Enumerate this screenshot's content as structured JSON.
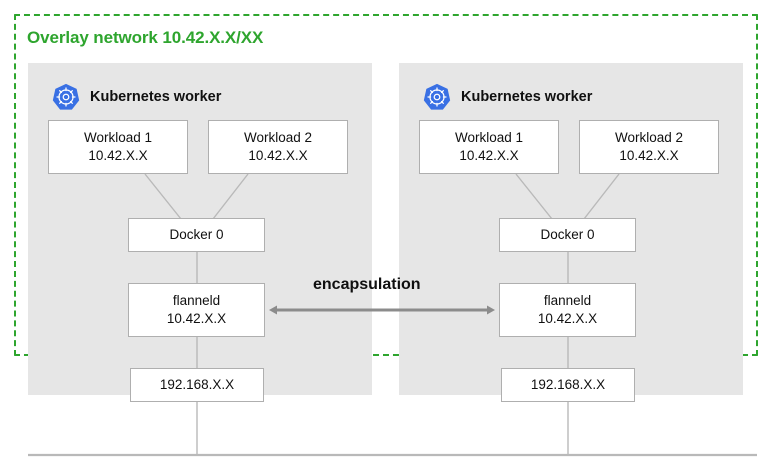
{
  "diagram": {
    "overlay": {
      "title": "Overlay network 10.42.X.X/XX",
      "border_color": "#2EA52E"
    },
    "encapsulation_label": "encapsulation",
    "panel_color": "#E6E6E6",
    "workers": [
      {
        "id": "left",
        "header_label": "Kubernetes worker",
        "icon": "kubernetes-icon",
        "workloads": [
          {
            "name": "Workload 1",
            "ip": "10.42.X.X"
          },
          {
            "name": "Workload 2",
            "ip": "10.42.X.X"
          }
        ],
        "bridge": {
          "name": "Docker 0"
        },
        "flannel": {
          "name": "flanneld",
          "ip": "10.42.X.X"
        },
        "host": {
          "ip": "192.168.X.X"
        }
      },
      {
        "id": "right",
        "header_label": "Kubernetes worker",
        "icon": "kubernetes-icon",
        "workloads": [
          {
            "name": "Workload 1",
            "ip": "10.42.X.X"
          },
          {
            "name": "Workload 2",
            "ip": "10.42.X.X"
          }
        ],
        "bridge": {
          "name": "Docker 0"
        },
        "flannel": {
          "name": "flanneld",
          "ip": "10.42.X.X"
        },
        "host": {
          "ip": "192.168.X.X"
        }
      }
    ]
  }
}
